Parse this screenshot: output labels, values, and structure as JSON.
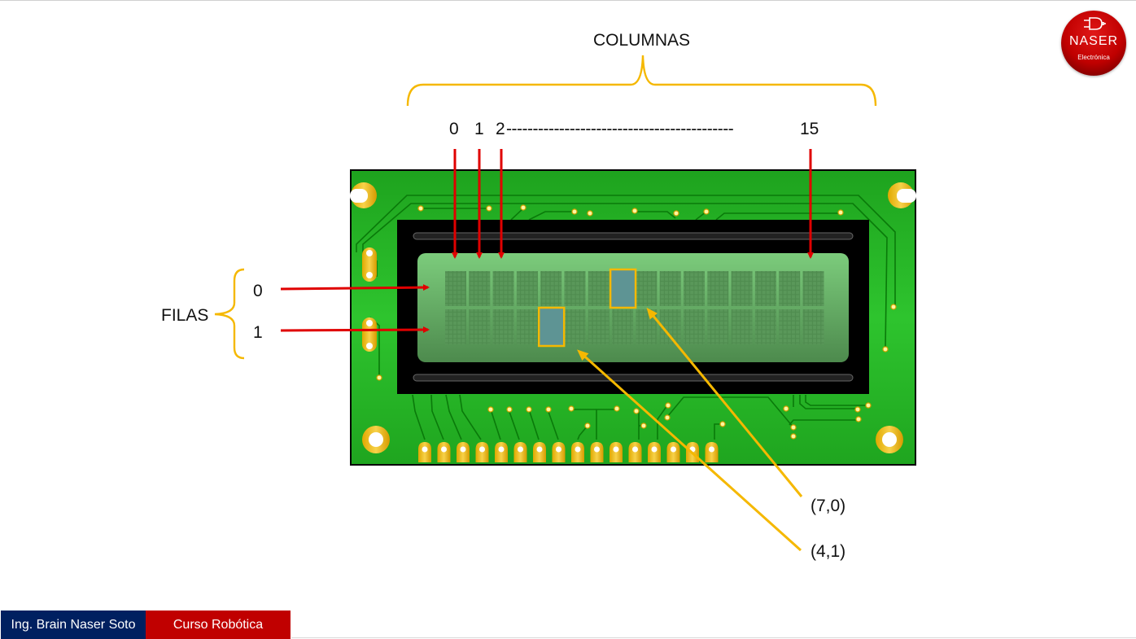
{
  "title": "COLUMNAS",
  "columns": {
    "label": "COLUMNAS",
    "index_labels": [
      "0",
      "1",
      "2"
    ],
    "dash_fill": "-------------------------------------------",
    "last_label": "15",
    "count": 16
  },
  "rows": {
    "label": "FILAS",
    "index_labels": [
      "0",
      "1"
    ],
    "count": 2
  },
  "highlights": [
    {
      "label": "(7,0)",
      "col": 7,
      "row": 0
    },
    {
      "label": "(4,1)",
      "col": 4,
      "row": 1
    }
  ],
  "logo": {
    "brand": "NASER",
    "subtitle": "Electrónica",
    "icon": "logic-gate-icon"
  },
  "footer": {
    "author": "Ing. Brain Naser Soto",
    "course": "Curso Robótica"
  },
  "colors": {
    "pcb_green": "#22b022",
    "lcd_glass": "#6fbf6f",
    "arrow_red": "#e00000",
    "highlight_yellow": "#f5b800",
    "footer_blue": "#002060",
    "footer_red": "#c00000"
  }
}
